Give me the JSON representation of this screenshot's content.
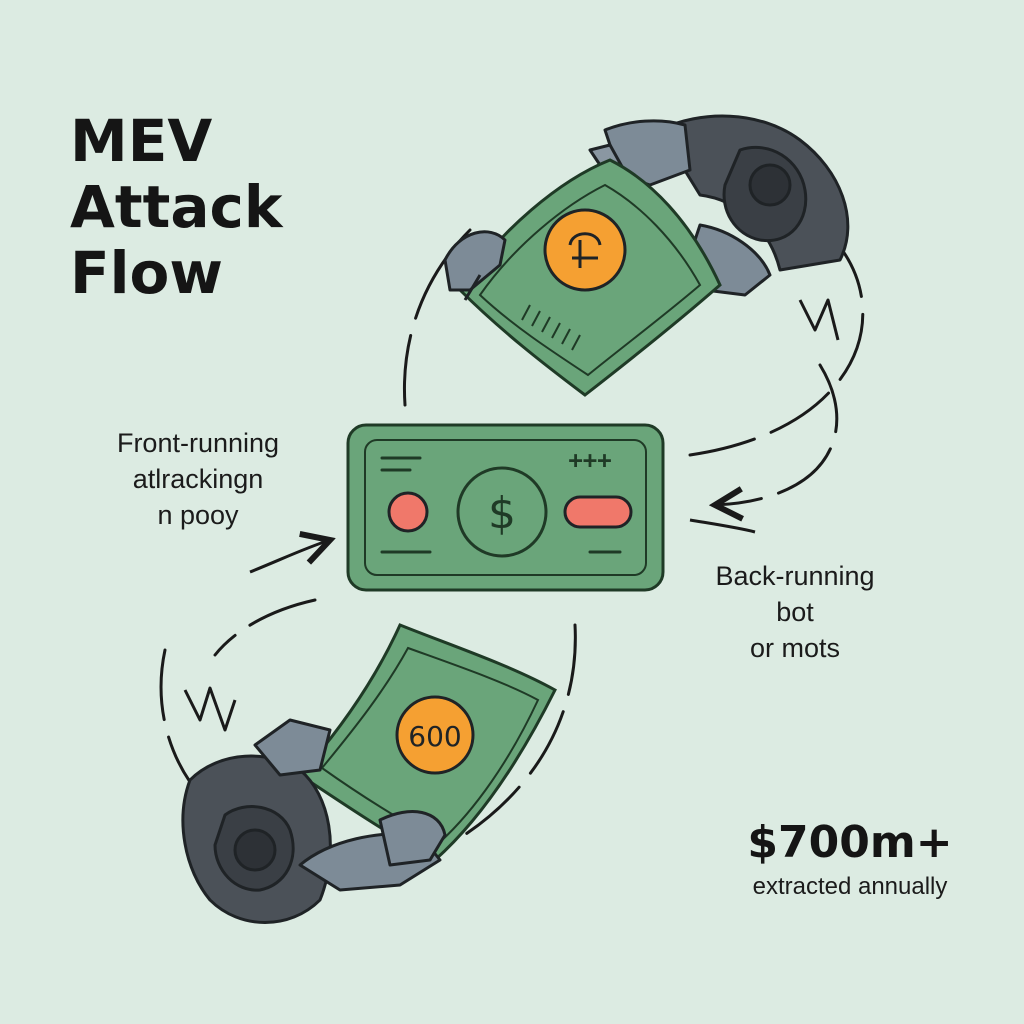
{
  "title": {
    "lines": [
      "MEV",
      "Attack",
      "Flow"
    ]
  },
  "front_label": {
    "lines": [
      "Front-running",
      "atlrackingn",
      "n pooy"
    ]
  },
  "back_label": {
    "lines": [
      "Back-running",
      "bot",
      "or mots"
    ]
  },
  "stat": {
    "value": "$700m+",
    "caption": "extracted annually"
  },
  "center_bill": {
    "symbol": "$",
    "corner_mark": "+++"
  },
  "top_bill": {
    "coin_text": ""
  },
  "bottom_bill": {
    "coin_text": "600"
  },
  "icons": [
    "robot-arm-icon",
    "banknote-icon",
    "dollar-coin-icon",
    "curved-arrow-icon"
  ],
  "colors": {
    "background": "#dcebe2",
    "bill_green": "#6aa57a",
    "bill_stroke": "#1f3a26",
    "coin_orange": "#f5a032",
    "pill_red": "#f0786a",
    "robot_dark": "#4b5158",
    "robot_light": "#7d8b97",
    "ink": "#161616"
  }
}
